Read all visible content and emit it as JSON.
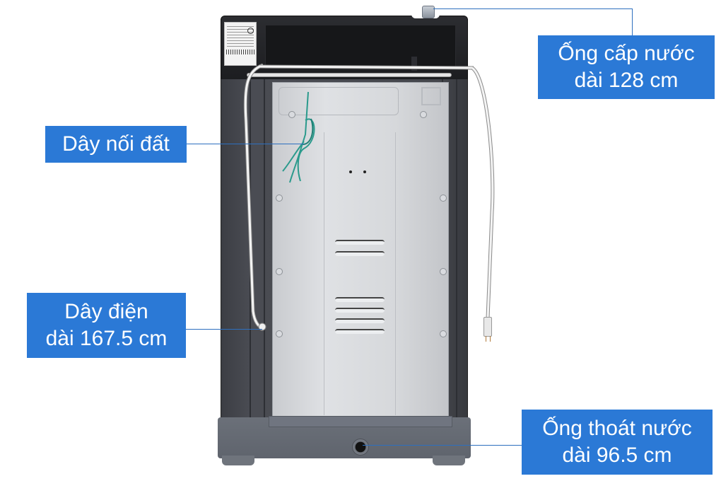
{
  "figure": {
    "subject": "washing-machine-rear-view",
    "accent_color": "#2b79d6",
    "leader_color": "#2d6fbf"
  },
  "callouts": [
    {
      "id": "water-inlet",
      "line1": "Ống cấp nước",
      "line2": "dài 128 cm"
    },
    {
      "id": "ground-wire",
      "line1": "Dây nối đất",
      "line2": ""
    },
    {
      "id": "power-cord",
      "line1": "Dây điện",
      "line2": "dài 167.5 cm"
    },
    {
      "id": "drain-hose",
      "line1": "Ống thoát nước",
      "line2": "dài 96.5 cm"
    }
  ]
}
